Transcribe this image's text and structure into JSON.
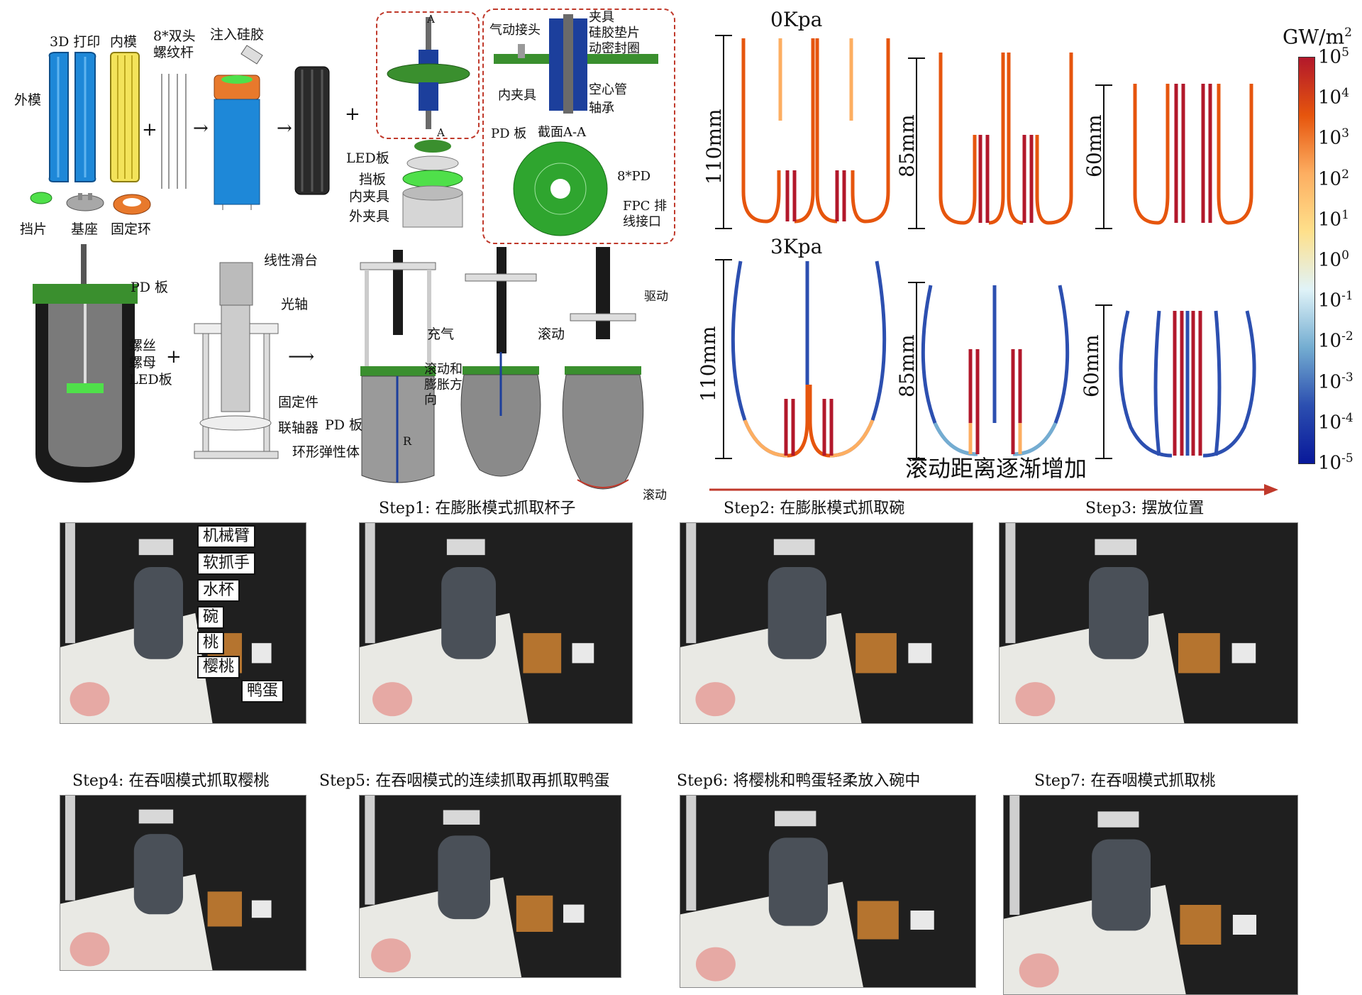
{
  "fabrication": {
    "labels": {
      "print3d": "3D 打印",
      "inner_mold": "内模",
      "outer_mold": "外模",
      "threaded_rod": "8*双头\n螺纹杆",
      "inject_silicone": "注入硅胶",
      "baffle": "挡片",
      "base": "基座",
      "fixing_ring": "固定环"
    },
    "section_marker": "A",
    "assembly_labels": {
      "led_board": "LED板",
      "baffle_plate": "挡板",
      "inner_clamp": "内夹具",
      "outer_clamp": "外夹具"
    },
    "detail_labels": {
      "pneumatic_joint": "气动接头",
      "clamp": "夹具",
      "silicone_gasket": "硅胶垫片",
      "dynamic_seal": "动密封圈",
      "inner_clamp": "内夹具",
      "hollow_tube": "空心管",
      "bearing": "轴承",
      "pd_board": "PD 板",
      "section_aa": "截面A-A",
      "pd8": "8*PD",
      "fpc": "FPC 排\n线接口"
    },
    "mechanism_labels": {
      "pd_board": "PD 板",
      "screw": "螺丝",
      "nut": "螺母",
      "led_board": "LED板",
      "linear_slide": "线性滑台",
      "optical_axis": "光轴",
      "fixture": "固定件",
      "coupling": "联轴器",
      "pd_board2": "PD 板",
      "ring_elastic": "环形弹性体",
      "inflate": "充气",
      "roll_expand": "滚动和\n膨胀方\n向",
      "r_label": "R",
      "roll": "滚动",
      "drive": "驱动",
      "roll_bottom": "滚动"
    }
  },
  "simulation": {
    "group_titles": [
      "0Kpa",
      "3Kpa"
    ],
    "length_labels": [
      "110mm",
      "85mm",
      "60mm",
      "110mm",
      "85mm",
      "60mm"
    ],
    "arrow_label": "滚动距离逐渐增加",
    "colorbar": {
      "unit": "GW/m",
      "unit_sup": "2",
      "ticks": [
        {
          "base": "10",
          "exp": "5"
        },
        {
          "base": "10",
          "exp": "4"
        },
        {
          "base": "10",
          "exp": "3"
        },
        {
          "base": "10",
          "exp": "2"
        },
        {
          "base": "10",
          "exp": "1"
        },
        {
          "base": "10",
          "exp": "0"
        },
        {
          "base": "10",
          "exp": "-1"
        },
        {
          "base": "10",
          "exp": "-2"
        },
        {
          "base": "10",
          "exp": "-3"
        },
        {
          "base": "10",
          "exp": "-4"
        },
        {
          "base": "10",
          "exp": "-5"
        }
      ],
      "colors": [
        "#b2182b",
        "#e6550d",
        "#fdae61",
        "#fee08b",
        "#e0f3f8",
        "#74add1",
        "#2c4fb0",
        "#08189a"
      ]
    }
  },
  "demo": {
    "callouts": [
      "机械臂",
      "软抓手",
      "水杯",
      "碗",
      "桃",
      "樱桃",
      "鸭蛋"
    ],
    "steps": [
      "Step1:  在膨胀模式抓取杯子",
      "Step2:  在膨胀模式抓取碗",
      "Step3: 摆放位置",
      "Step4:  在吞咽模式抓取樱桃",
      "Step5: 在吞咽模式的连续抓取再抓取鸭蛋",
      "Step6:  将樱桃和鸭蛋轻柔放入碗中",
      "Step7:     在吞咽模式抓取桃"
    ]
  }
}
